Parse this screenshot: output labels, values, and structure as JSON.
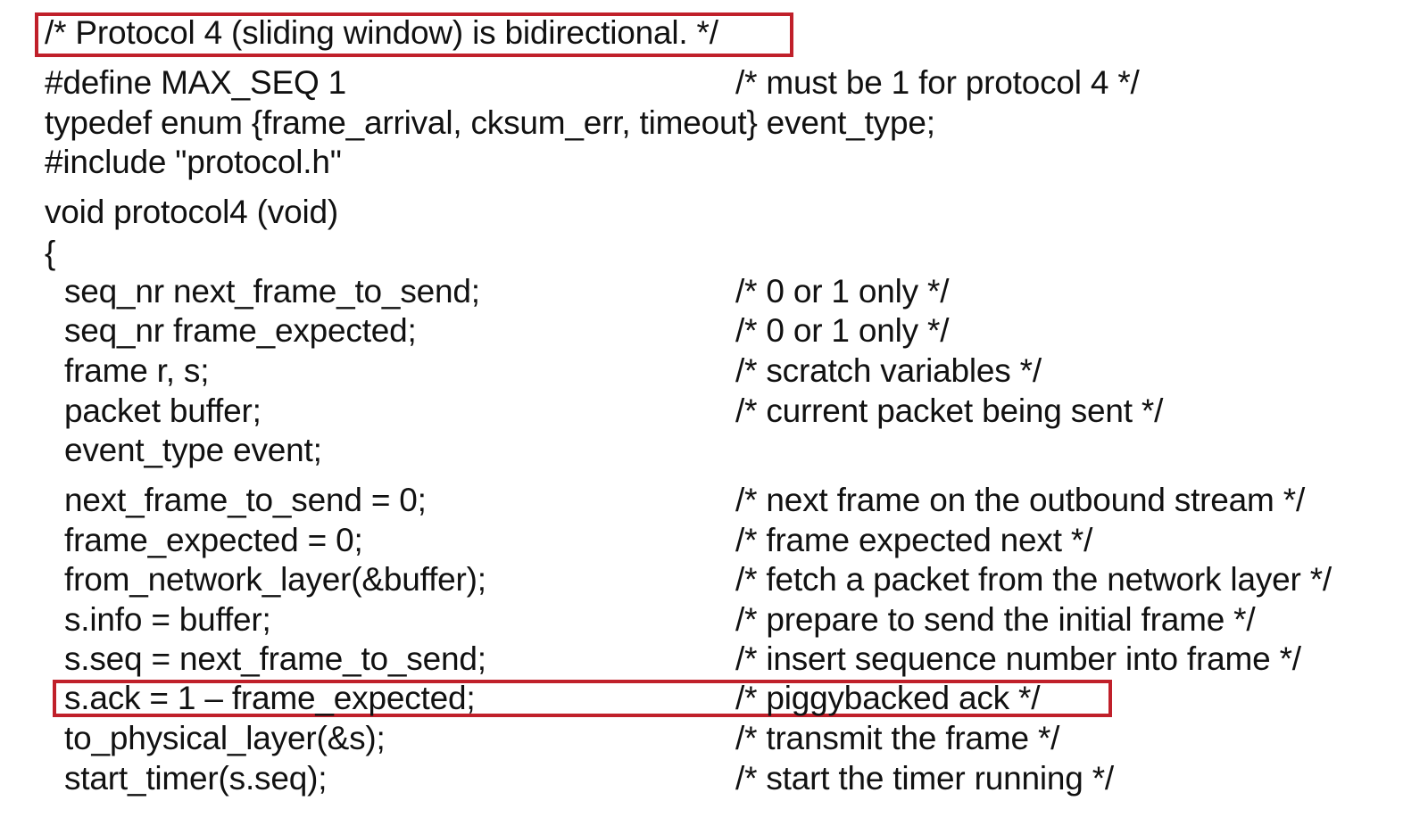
{
  "header_comment": "/* Protocol 4 (sliding window) is bidirectional. */",
  "lines": [
    {
      "code": "#define MAX_SEQ 1",
      "comment": "/* must be 1 for protocol 4 */"
    },
    {
      "code": "typedef enum {frame_arrival, cksum_err, timeout} event_type;",
      "comment": ""
    },
    {
      "code": "#include \"protocol.h\"",
      "comment": ""
    },
    {
      "code": "void protocol4 (void)",
      "comment": ""
    },
    {
      "code": "{",
      "comment": ""
    },
    {
      "code": "seq_nr next_frame_to_send;",
      "comment": "/* 0 or 1 only */"
    },
    {
      "code": "seq_nr frame_expected;",
      "comment": "/* 0 or 1 only */"
    },
    {
      "code": "frame r, s;",
      "comment": "/* scratch variables */"
    },
    {
      "code": "packet buffer;",
      "comment": "/* current packet being sent */"
    },
    {
      "code": "event_type event;",
      "comment": ""
    },
    {
      "code": "next_frame_to_send = 0;",
      "comment": "/* next frame on the outbound stream */"
    },
    {
      "code": "frame_expected = 0;",
      "comment": "/* frame expected next */"
    },
    {
      "code": "from_network_layer(&buffer);",
      "comment": "/* fetch a packet from the network layer */"
    },
    {
      "code": "s.info = buffer;",
      "comment": "/* prepare to send the initial frame */"
    },
    {
      "code": "s.seq = next_frame_to_send;",
      "comment": "/* insert sequence number into frame */"
    },
    {
      "code": "s.ack = 1 – frame_expected;",
      "comment": "/* piggybacked ack */"
    },
    {
      "code": "to_physical_layer(&s);",
      "comment": "/* transmit the frame */"
    },
    {
      "code": "start_timer(s.seq);",
      "comment": "/* start the timer running */"
    }
  ],
  "colors": {
    "highlight_border": "#c0202a",
    "text": "#111111",
    "background": "#ffffff"
  }
}
